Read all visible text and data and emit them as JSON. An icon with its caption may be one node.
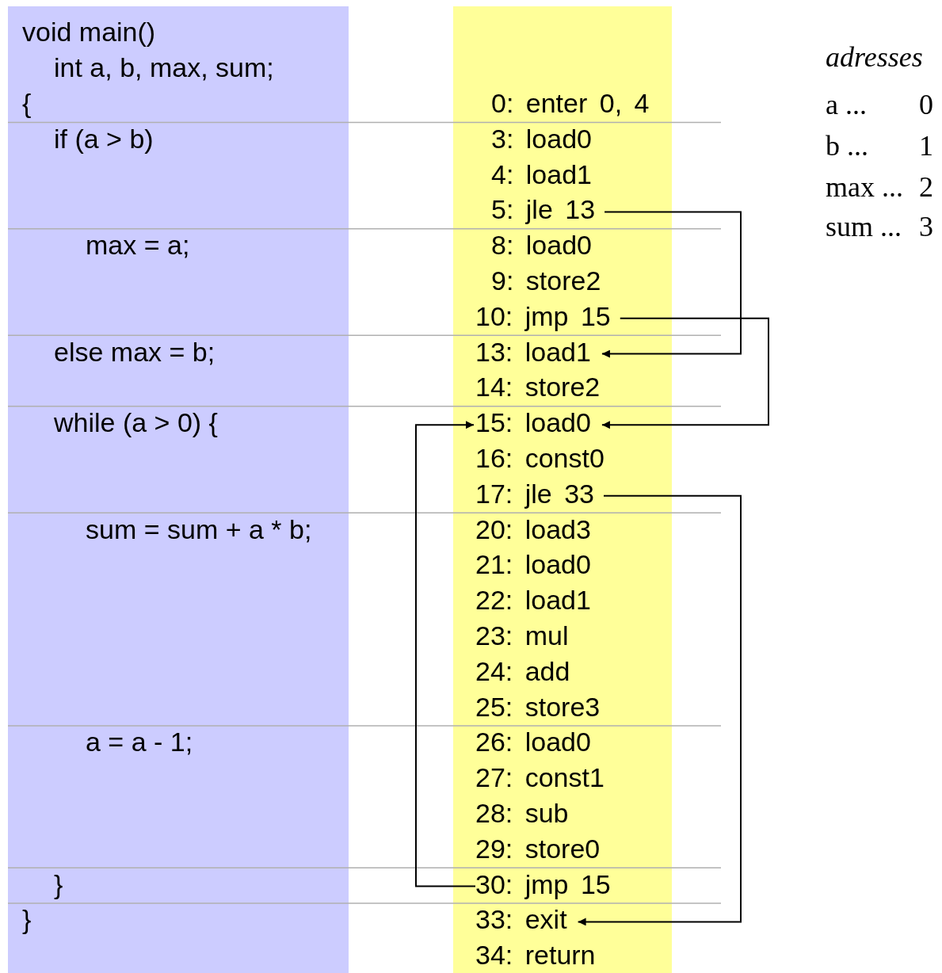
{
  "diagram": {
    "nodes": [
      {
        "text": [
          "0: enter 0, 4"
        ]
      },
      {
        "text": [
          "3: load0"
        ]
      },
      {
        "text": [
          "4: load1"
        ]
      },
      {
        "text": [
          "5: jle 13"
        ]
      },
      {
        "text": [
          "8: load0"
        ]
      },
      {
        "text": [
          "9: store2"
        ]
      },
      {
        "text": [
          "10: jmp 15"
        ]
      },
      {
        "text": [
          "13: load1"
        ]
      },
      {
        "text": [
          "14: store2"
        ]
      },
      {
        "text": [
          "15: load0"
        ]
      },
      {
        "text": [
          "16: const0"
        ]
      },
      {
        "text": [
          "17: jle 33"
        ]
      },
      {
        "text": [
          "20: load3"
        ]
      },
      {
        "text": [
          "21: load0"
        ]
      },
      {
        "text": [
          "22: load1"
        ]
      },
      {
        "text": [
          "23: mul"
        ]
      },
      {
        "text": [
          "24: add"
        ]
      },
      {
        "text": [
          "25: store3"
        ]
      },
      {
        "text": [
          "26: load0"
        ]
      },
      {
        "text": [
          "27: const1"
        ]
      },
      {
        "text": [
          "28: sub"
        ]
      },
      {
        "text": [
          "29: store0"
        ]
      },
      {
        "text": [
          "30: jmp 15"
        ]
      },
      {
        "text": [
          "33: exit"
        ]
      },
      {
        "text": [
          "34: return"
        ]
      }
    ],
    "edges": [
      {
        "from": 3,
        "to": 7,
        "arrow": "to"
      },
      {
        "from": 6,
        "to": 9,
        "arrow": "to"
      },
      {
        "from": 11,
        "to": 23,
        "arrow": "to"
      },
      {
        "from": 22,
        "to": 9,
        "arrow": "to"
      }
    ],
    "labels": [
      "void main()",
      "int a, b, max, sum;",
      "{",
      "if (a > b)",
      "max = a;",
      "else max = b;",
      "while (a > 0) {",
      "sum = sum + a * b;",
      "a = a - 1;",
      "}",
      "}",
      "adresses",
      "a ...",
      "0",
      "b ...",
      "1",
      "max ...",
      "2",
      "sum ...",
      "3"
    ]
  }
}
